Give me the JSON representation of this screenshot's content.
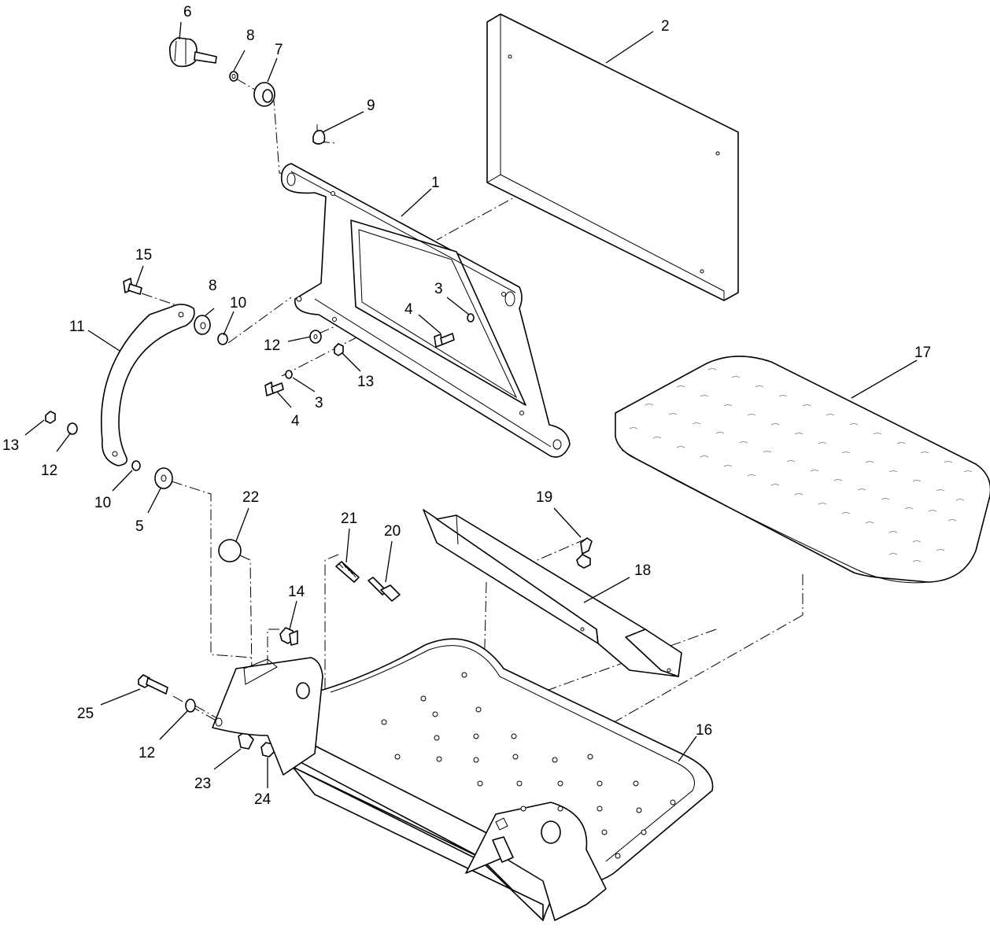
{
  "diagram": {
    "type": "exploded-parts-diagram",
    "callouts": [
      {
        "id": "c1",
        "label": "1"
      },
      {
        "id": "c2",
        "label": "2"
      },
      {
        "id": "c3a",
        "label": "3"
      },
      {
        "id": "c3b",
        "label": "3"
      },
      {
        "id": "c4a",
        "label": "4"
      },
      {
        "id": "c4b",
        "label": "4"
      },
      {
        "id": "c5",
        "label": "5"
      },
      {
        "id": "c6",
        "label": "6"
      },
      {
        "id": "c7",
        "label": "7"
      },
      {
        "id": "c8a",
        "label": "8"
      },
      {
        "id": "c8b",
        "label": "8"
      },
      {
        "id": "c9",
        "label": "9"
      },
      {
        "id": "c10a",
        "label": "10"
      },
      {
        "id": "c10b",
        "label": "10"
      },
      {
        "id": "c11",
        "label": "11"
      },
      {
        "id": "c12a",
        "label": "12"
      },
      {
        "id": "c12b",
        "label": "12"
      },
      {
        "id": "c12c",
        "label": "12"
      },
      {
        "id": "c13a",
        "label": "13"
      },
      {
        "id": "c13b",
        "label": "13"
      },
      {
        "id": "c14",
        "label": "14"
      },
      {
        "id": "c15",
        "label": "15"
      },
      {
        "id": "c16",
        "label": "16"
      },
      {
        "id": "c17",
        "label": "17"
      },
      {
        "id": "c18",
        "label": "18"
      },
      {
        "id": "c19",
        "label": "19"
      },
      {
        "id": "c20",
        "label": "20"
      },
      {
        "id": "c21",
        "label": "21"
      },
      {
        "id": "c22",
        "label": "22"
      },
      {
        "id": "c23",
        "label": "23"
      },
      {
        "id": "c24",
        "label": "24"
      },
      {
        "id": "c25",
        "label": "25"
      }
    ]
  }
}
